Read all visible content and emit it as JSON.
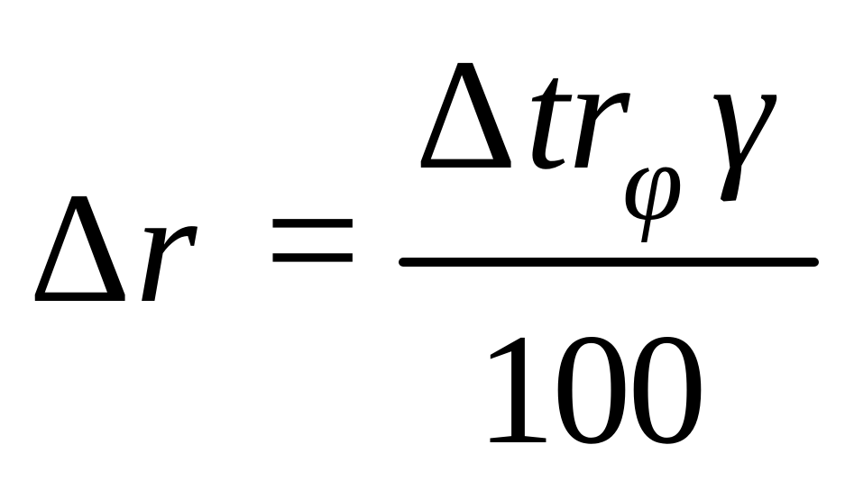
{
  "formula": {
    "lhs": {
      "delta": "Δ",
      "variable": "r"
    },
    "equals": "=",
    "numerator": {
      "delta": "Δ",
      "t": "t",
      "r": "r",
      "subscript": "φ",
      "gamma": "γ"
    },
    "denominator": "100"
  }
}
